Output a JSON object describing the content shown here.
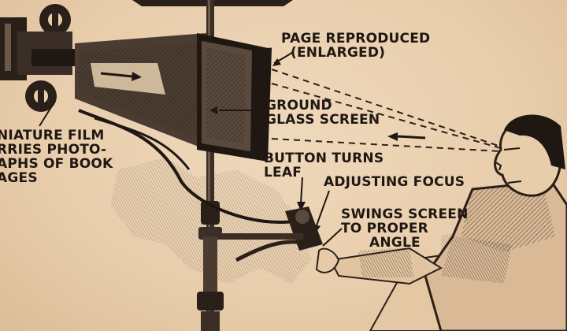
{
  "labels": {
    "page_reproduced": [
      "PAGE REPRODUCED",
      "(ENLARGED)"
    ],
    "ground_glass": [
      "GROUND",
      "GLASS SCREEN"
    ],
    "button_turns": [
      "BUTTON TURNS",
      "LEAF"
    ],
    "adjusting_focus": [
      "ADJUSTING FOCUS"
    ],
    "swings_screen": [
      "SWINGS SCREEN",
      "TO PROPER",
      "ANGLE"
    ],
    "miniature_film": [
      "NIATURE FILM",
      "RRIES PHOTO-",
      "APHS OF BOOK",
      "AGES"
    ]
  },
  "colors": {
    "paper": "#ecd3b4",
    "ink": "#1f1712",
    "shade": "#5a4a3e"
  },
  "icons": [
    "film-reel-icon",
    "arrow-icon",
    "viewer-box-icon",
    "stand-icon"
  ]
}
